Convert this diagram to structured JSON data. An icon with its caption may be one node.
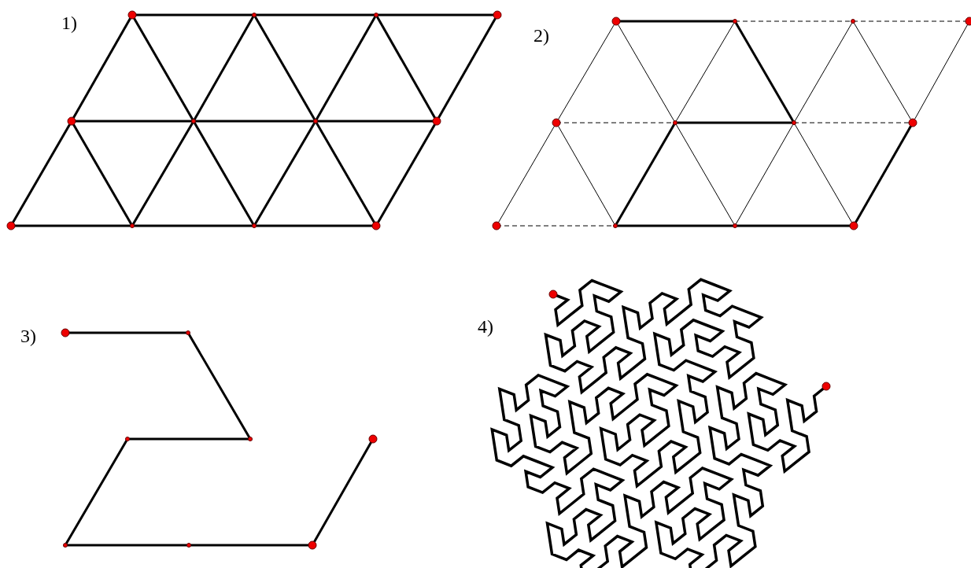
{
  "diagram": {
    "labels": [
      "1)",
      "2)",
      "3)",
      "4)"
    ]
  }
}
